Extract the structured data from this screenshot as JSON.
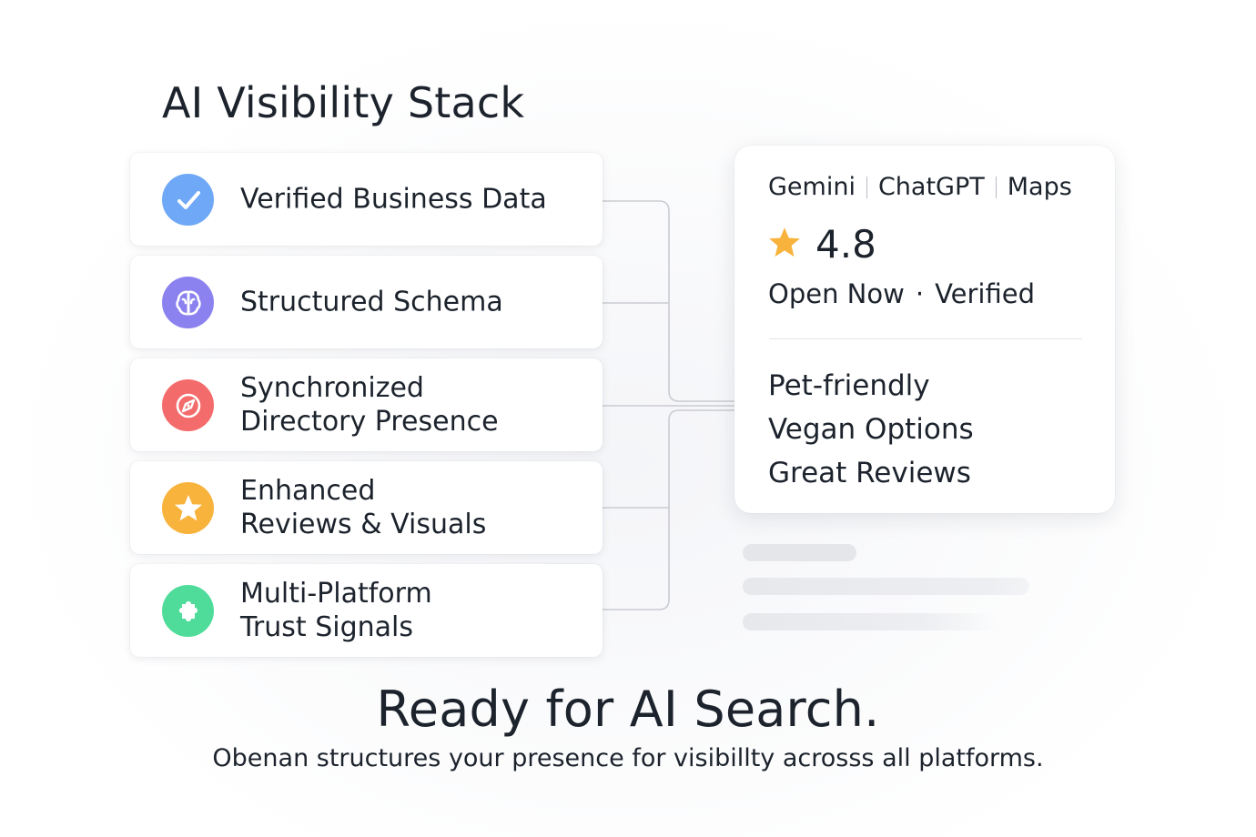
{
  "stack": {
    "title": "AI Visibility Stack",
    "items": [
      {
        "label": "Verified Business Data",
        "icon": "checkmark-icon",
        "color": "#6ea8f7"
      },
      {
        "label": "Structured Schema",
        "icon": "brain-icon",
        "color": "#8b82ef"
      },
      {
        "label": "Synchronized\nDirectory Presence",
        "icon": "compass-icon",
        "color": "#f46b6b"
      },
      {
        "label": "Enhanced\nReviews & Visuals",
        "icon": "star-icon",
        "color": "#f8b33c"
      },
      {
        "label": "Multi-Platform\nTrust Signals",
        "icon": "puzzle-icon",
        "color": "#4fdc9a"
      }
    ]
  },
  "result_card": {
    "platforms": [
      "Gemini",
      "ChatGPT",
      "Maps"
    ],
    "rating": "4.8",
    "rating_icon": "star-icon",
    "rating_color": "#f8b33c",
    "status": [
      "Open Now",
      "Verified"
    ],
    "status_separator": "·",
    "attributes": [
      "Pet-friendly",
      "Vegan Options",
      "Great Reviews"
    ]
  },
  "footer": {
    "headline": "Ready for AI Search.",
    "subline": "Obenan structures your presence for visibillty acrosss all platforms."
  }
}
